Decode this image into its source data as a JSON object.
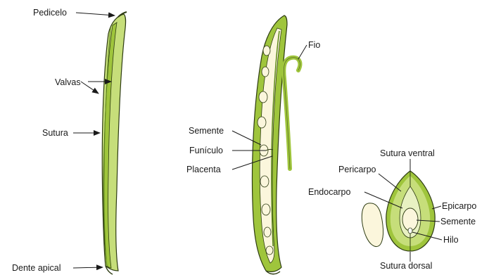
{
  "figure": {
    "colors": {
      "pod_light": "#c6de7a",
      "pod_mid": "#9fc53c",
      "pod_dark": "#5f8a1c",
      "seed_fill": "#fbf6dc",
      "outline": "#2d3b12",
      "leader": "#1a1a1a"
    },
    "labels": {
      "pedicelo": "Pedicelo",
      "valvas": "Valvas",
      "sutura": "Sutura",
      "dente_apical": "Dente apical",
      "fio": "Fio",
      "semente": "Semente",
      "funiculo": "Funículo",
      "placenta": "Placenta",
      "sutura_ventral": "Sutura ventral",
      "pericarpo": "Pericarpo",
      "endocarpo": "Endocarpo",
      "epicarpo": "Epicarpo",
      "semente_corte": "Semente",
      "hilo": "Hilo",
      "sutura_dorsal": "Sutura dorsal"
    }
  }
}
